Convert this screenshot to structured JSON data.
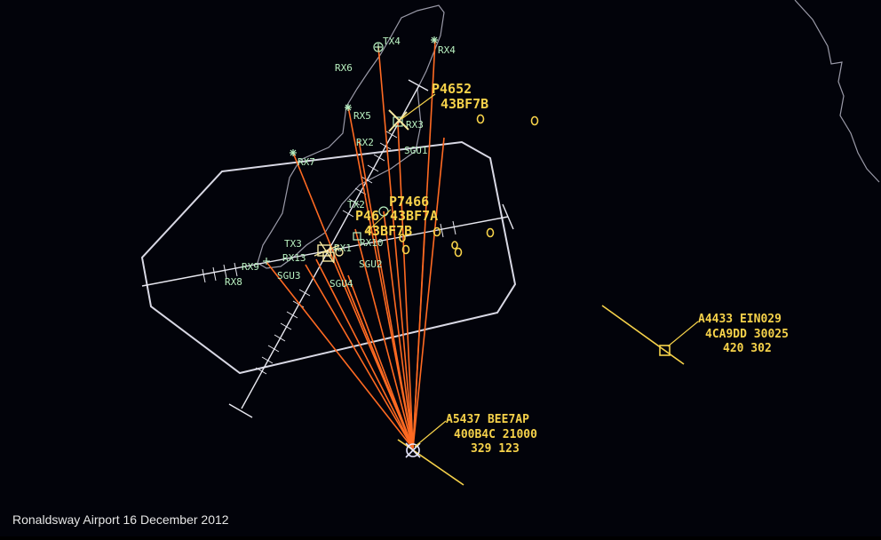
{
  "caption": "Ronaldsway Airport  16 December 2012",
  "colors": {
    "background": "#02030a",
    "coastline": "#9a9aa8",
    "zone": "#d8d8e4",
    "receiver_lines": "#ff6a22",
    "aircraft": "#f6d24a",
    "sites": "#b8f0c0"
  },
  "receivers": [
    {
      "id": "TX4",
      "label": "TX4"
    },
    {
      "id": "RX4",
      "label": "RX4"
    },
    {
      "id": "RX6",
      "label": "RX6"
    },
    {
      "id": "RX5",
      "label": "RX5"
    },
    {
      "id": "RX3",
      "label": "RX3"
    },
    {
      "id": "RX2",
      "label": "RX2"
    },
    {
      "id": "SGU1",
      "label": "SGU1"
    },
    {
      "id": "RX7",
      "label": "RX7"
    },
    {
      "id": "TX2",
      "label": "TX2"
    },
    {
      "id": "RX1",
      "label": "RX1"
    },
    {
      "id": "RX10",
      "label": "RX10"
    },
    {
      "id": "TX3",
      "label": "TX3"
    },
    {
      "id": "RX13",
      "label": "RX13"
    },
    {
      "id": "SGU2",
      "label": "SGU2"
    },
    {
      "id": "RX9",
      "label": "RX9"
    },
    {
      "id": "RX8",
      "label": "RX8"
    },
    {
      "id": "SGU3",
      "label": "SGU3"
    },
    {
      "id": "SGU4",
      "label": "SGU4"
    }
  ],
  "tracks": [
    {
      "id": "P4652",
      "line1": "P4652",
      "line2": "43BF7B"
    },
    {
      "id": "P7466",
      "line1": "P7466",
      "line2": "43BF7A"
    },
    {
      "id": "P4x",
      "line1": "P46",
      "line2": "43BF7B"
    },
    {
      "id": "A4433",
      "line1": "A4433  EIN029",
      "line2": "4CA9DD  30025",
      "line3": "420   302"
    },
    {
      "id": "A5437",
      "line1": "A5437  BEE7AP",
      "line2": "400B4C  21000",
      "line3": "329   123"
    }
  ]
}
